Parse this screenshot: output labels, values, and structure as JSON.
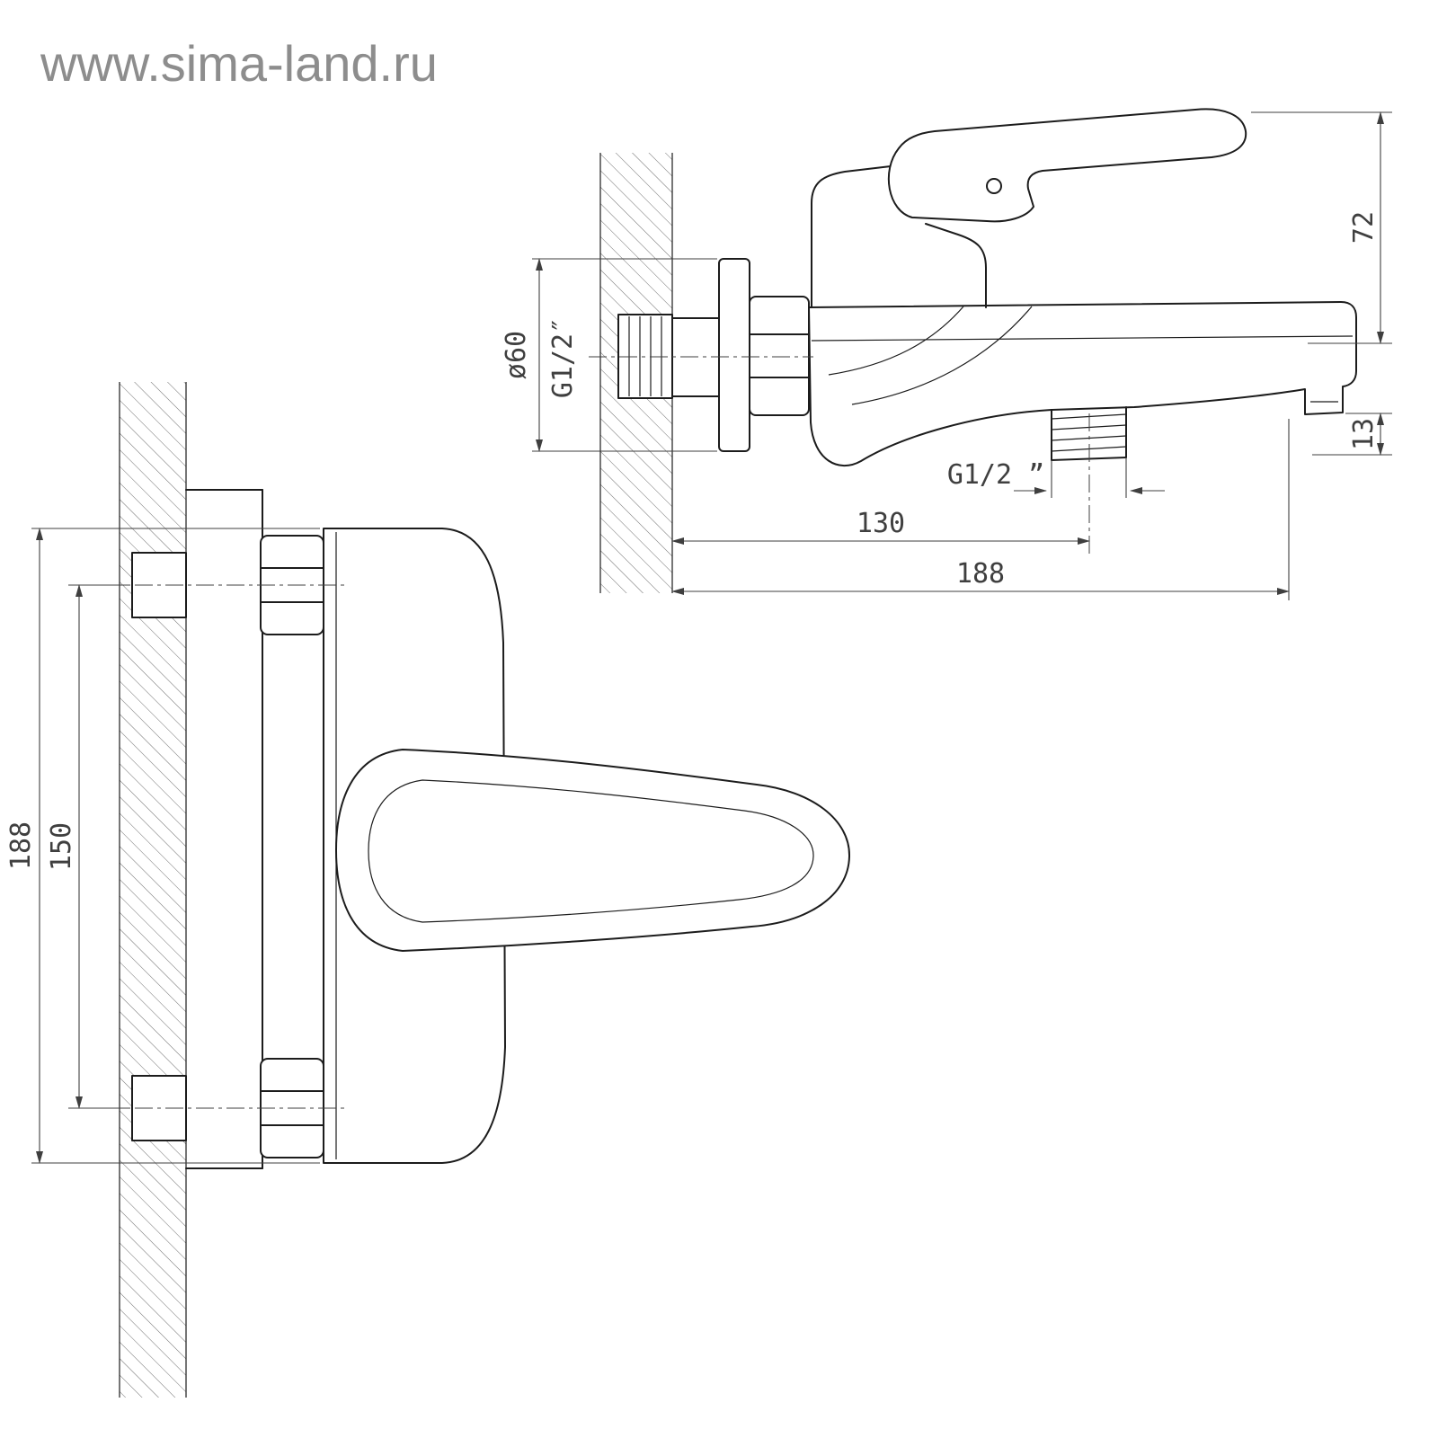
{
  "colors": {
    "line": "#1c1c1c",
    "dimension": "#3f3f3f",
    "watermark": "#8d8d8d",
    "background": "#ffffff",
    "hatch": "#6f6f6f"
  },
  "watermark": {
    "text": "www.sima-land.ru"
  },
  "side_view": {
    "dims": {
      "flange_diameter": "ø60",
      "wall_thread": "G1/2″",
      "handle_height": "72",
      "spout_drop": "13",
      "shower_outlet_thread": "G1/2 ”",
      "wall_to_shower_outlet": "130",
      "wall_to_spout_tip": "188"
    }
  },
  "front_view": {
    "dims": {
      "overall_height": "188",
      "connection_distance": "150"
    }
  }
}
